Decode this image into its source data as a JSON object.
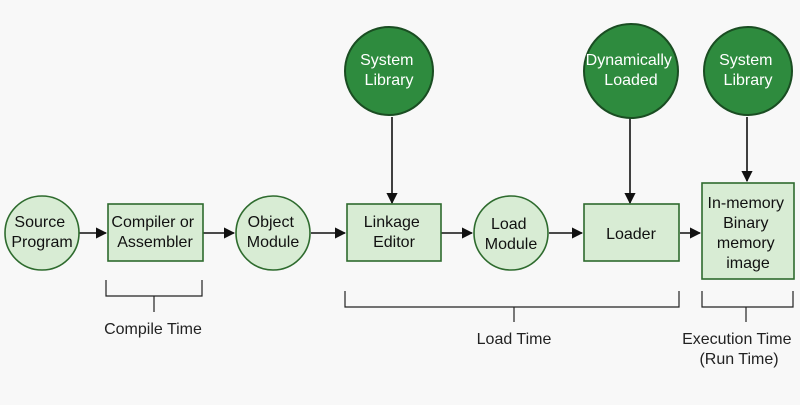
{
  "colors": {
    "background": "#f8f8f8",
    "node_fill": "#d8ecd4",
    "node_stroke": "#2e6b2e",
    "top_fill": "#2e8b3e",
    "top_stroke": "#1a4d22",
    "text_dark": "#111111",
    "text_light": "#ffffff"
  },
  "nodes": {
    "source_program": [
      "Source",
      "Program"
    ],
    "compiler": [
      "Compiler or",
      "Assembler"
    ],
    "object_module": [
      "Object",
      "Module"
    ],
    "linkage_editor": [
      "Linkage",
      "Editor"
    ],
    "load_module": [
      "Load",
      "Module"
    ],
    "loader": [
      "Loader"
    ],
    "in_memory": [
      "In-memory",
      "Binary",
      "memory",
      "image"
    ],
    "system_library_1": [
      "System",
      "Library"
    ],
    "dynamically_loaded": [
      "Dynamically",
      "Loaded"
    ],
    "system_library_2": [
      "System",
      "Library"
    ]
  },
  "phases": {
    "compile_time": "Compile Time",
    "load_time": "Load Time",
    "execution_time": [
      "Execution Time",
      "(Run Time)"
    ]
  }
}
